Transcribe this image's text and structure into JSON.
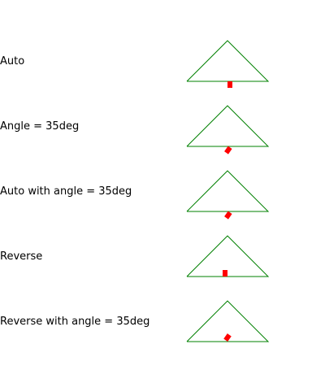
{
  "colors": {
    "triangle_stroke": "#008000",
    "marker_fill": "#ff0000",
    "label_text": "#000000",
    "background": "#ffffff"
  },
  "rows": [
    {
      "label": "Auto",
      "marker": {
        "orientation": "auto",
        "angle_deg": 0,
        "reverse": false
      }
    },
    {
      "label": "Angle = 35deg",
      "marker": {
        "orientation": "fixed",
        "angle_deg": 35,
        "reverse": false
      }
    },
    {
      "label": "Auto with angle = 35deg",
      "marker": {
        "orientation": "auto",
        "angle_deg": 35,
        "reverse": false
      }
    },
    {
      "label": "Reverse",
      "marker": {
        "orientation": "auto",
        "angle_deg": 0,
        "reverse": true
      }
    },
    {
      "label": "Reverse with angle = 35deg",
      "marker": {
        "orientation": "auto",
        "angle_deg": 35,
        "reverse": true
      }
    }
  ]
}
